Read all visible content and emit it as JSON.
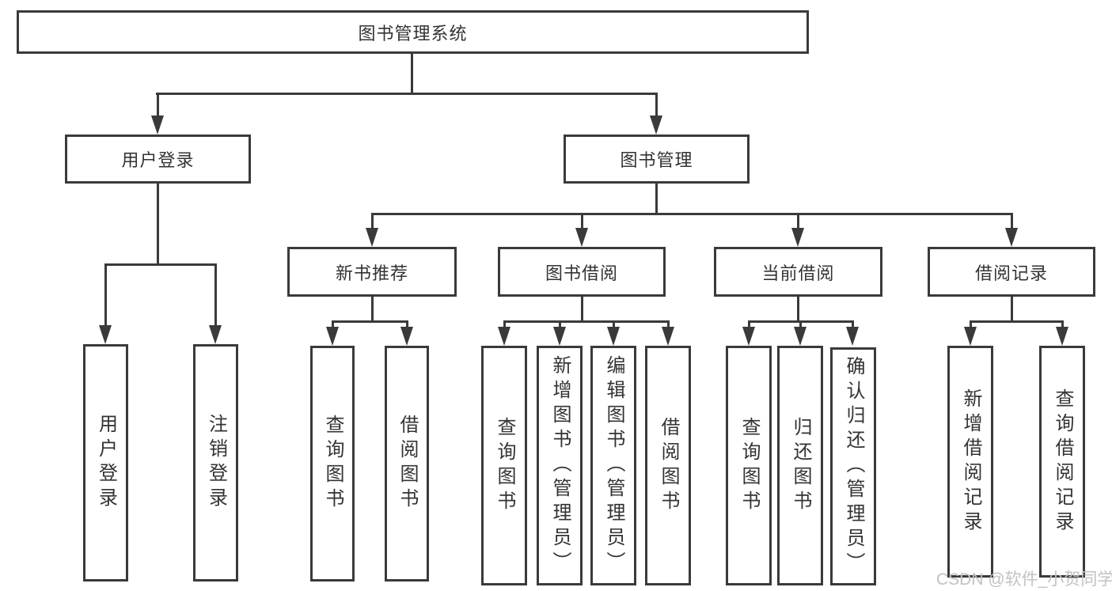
{
  "tree": {
    "label": "图书管理系统",
    "children": [
      {
        "label": "用户登录",
        "children": [
          {
            "label": "用户登录"
          },
          {
            "label": "注销登录"
          }
        ]
      },
      {
        "label": "图书管理",
        "children": [
          {
            "label": "新书推荐",
            "children": [
              {
                "label": "查询图书"
              },
              {
                "label": "借阅图书"
              }
            ]
          },
          {
            "label": "图书借阅",
            "children": [
              {
                "label": "查询图书"
              },
              {
                "label": "新增图书（管理员）"
              },
              {
                "label": "编辑图书（管理员）"
              },
              {
                "label": "借阅图书"
              }
            ]
          },
          {
            "label": "当前借阅",
            "children": [
              {
                "label": "查询图书"
              },
              {
                "label": "归还图书"
              },
              {
                "label": "确认归还（管理员）"
              }
            ]
          },
          {
            "label": "借阅记录",
            "children": [
              {
                "label": "新增借阅记录"
              },
              {
                "label": "查询借阅记录"
              }
            ]
          }
        ]
      }
    ]
  },
  "watermark": "CSDN @软件_小贺同学",
  "colors": {
    "line": "#3a3a3a",
    "text": "#333333",
    "watermark": "#c2c2c2",
    "background": "#ffffff"
  }
}
